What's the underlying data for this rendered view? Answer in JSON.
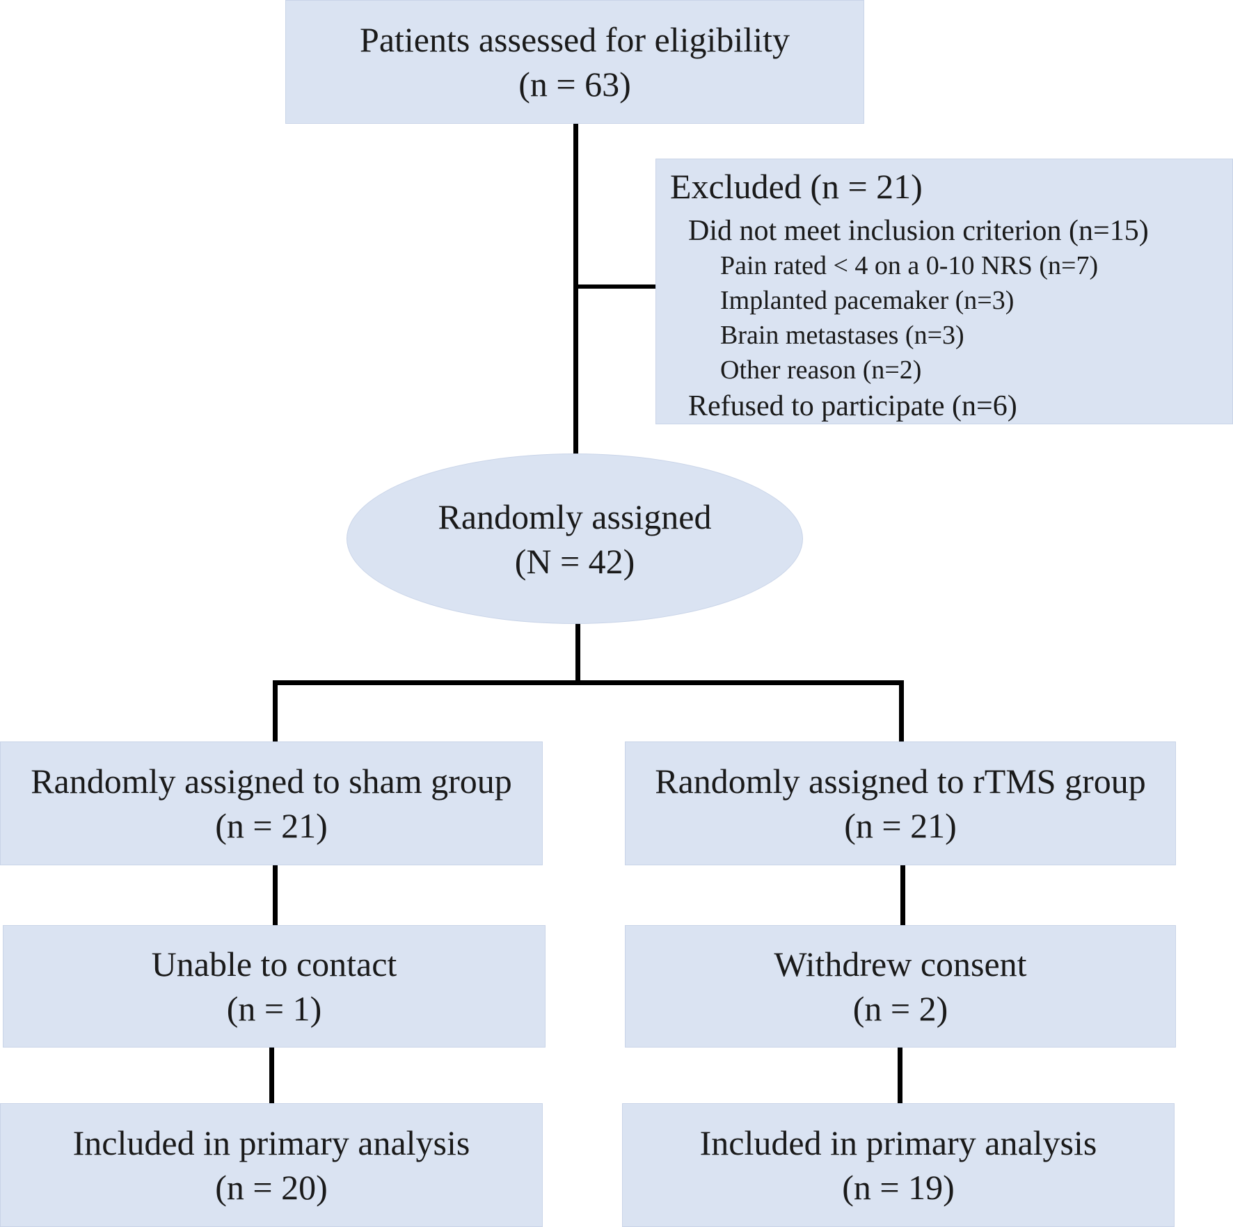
{
  "eligibility": {
    "label": "Patients assessed for eligibility",
    "count": "(n = 63)"
  },
  "excluded": {
    "title": "Excluded (n = 21)",
    "criterion": "Did not meet inclusion criterion (n=15)",
    "reasons": [
      "Pain rated < 4 on a 0-10 NRS (n=7)",
      "Implanted pacemaker (n=3)",
      "Brain metastases (n=3)",
      "Other reason (n=2)"
    ],
    "refused": "Refused to participate (n=6)"
  },
  "randomized": {
    "label": "Randomly assigned",
    "count": "(N = 42)"
  },
  "sham": {
    "assigned": {
      "label": "Randomly assigned to sham group",
      "count": "(n = 21)"
    },
    "loss": {
      "label": "Unable to contact",
      "count": "(n = 1)"
    },
    "analysis": {
      "label": "Included in primary analysis",
      "count": "(n = 20)"
    }
  },
  "rtms": {
    "assigned": {
      "label": "Randomly assigned to rTMS group",
      "count": "(n = 21)"
    },
    "loss": {
      "label": "Withdrew consent",
      "count": "(n = 2)"
    },
    "analysis": {
      "label": "Included in primary analysis",
      "count": "(n = 19)"
    }
  }
}
